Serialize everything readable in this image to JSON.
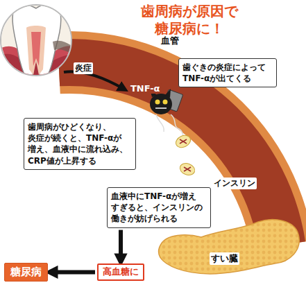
{
  "diagram": {
    "title": "歯周病が原因で 糖尿病に！",
    "nodes": [
      {
        "text": [
          "歯ぐきの炎症によって TNF-αが出てくる"
        ]
      },
      {
        "text": [
          "歯周病がひどくなり、 炎症が続くと、TNF-αが 増え、血液中に流れ込み、 CRP値が上昇する"
        ]
      },
      {
        "text": [
          "血液中にTNF-αが増え すぎると、インスリンの 働きが妨げられる"
        ]
      },
      {
        "text": [
          "高血糖に"
        ]
      },
      {
        "text": [
          "糖尿病"
        ]
      }
    ],
    "edges": [
      {
        "from": 2,
        "to": 3,
        "arrow": "to"
      },
      {
        "from": 3,
        "to": 4,
        "arrow": "to"
      }
    ],
    "labels": [
      "血管",
      "炎症",
      "TNF-α",
      "インスリン",
      "すい臓"
    ]
  }
}
